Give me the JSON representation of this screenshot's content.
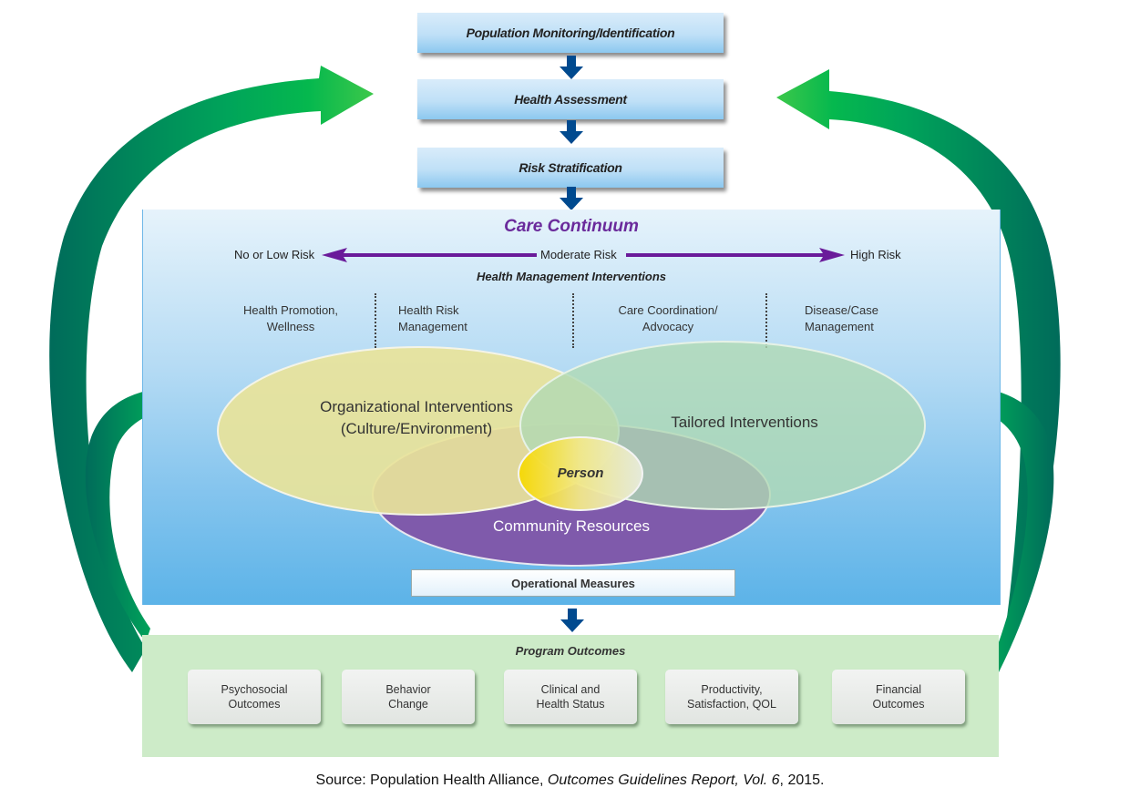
{
  "flow_steps": [
    {
      "label": "Population Monitoring/Identification"
    },
    {
      "label": "Health Assessment"
    },
    {
      "label": "Risk Stratification"
    }
  ],
  "care_continuum": {
    "title": "Care Continuum",
    "risk_scale": {
      "low": "No or Low Risk",
      "moderate": "Moderate Risk",
      "high": "High Risk"
    },
    "interventions_title": "Health Management Interventions",
    "intervention_columns": [
      {
        "line1": "Health Promotion,",
        "line2": "Wellness"
      },
      {
        "line1": "Health Risk",
        "line2": "Management"
      },
      {
        "line1": "Care Coordination/",
        "line2": "Advocacy"
      },
      {
        "line1": "Disease/Case",
        "line2": "Management"
      }
    ],
    "venn": {
      "organizational": {
        "line1": "Organizational Interventions",
        "line2": "(Culture/Environment)"
      },
      "tailored": "Tailored Interventions",
      "community": "Community Resources",
      "center": "Person"
    },
    "operational_measures": "Operational Measures"
  },
  "program_outcomes": {
    "title": "Program Outcomes",
    "items": [
      {
        "line1": "Psychosocial",
        "line2": "Outcomes"
      },
      {
        "line1": "Behavior",
        "line2": "Change"
      },
      {
        "line1": "Clinical and",
        "line2": "Health Status"
      },
      {
        "line1": "Productivity,",
        "line2": "Satisfaction, QOL"
      },
      {
        "line1": "Financial",
        "line2": "Outcomes"
      }
    ]
  },
  "source": {
    "prefix": "Source: Population Health Alliance, ",
    "title": "Outcomes Guidelines Report, Vol. 6",
    "suffix": ", 2015."
  },
  "colors": {
    "flow_arrow": "#004a8f",
    "risk_arrow": "#6a1b9a",
    "care_title": "#6a2a9b",
    "feedback_arrow_dark": "#007060",
    "feedback_arrow_light": "#3cc84a",
    "organizational": "#e8e39a",
    "tailored": "#b0dab4",
    "community": "#7f5aab",
    "person": "#f5d800",
    "outcomes_panel": "#cdebc8"
  }
}
